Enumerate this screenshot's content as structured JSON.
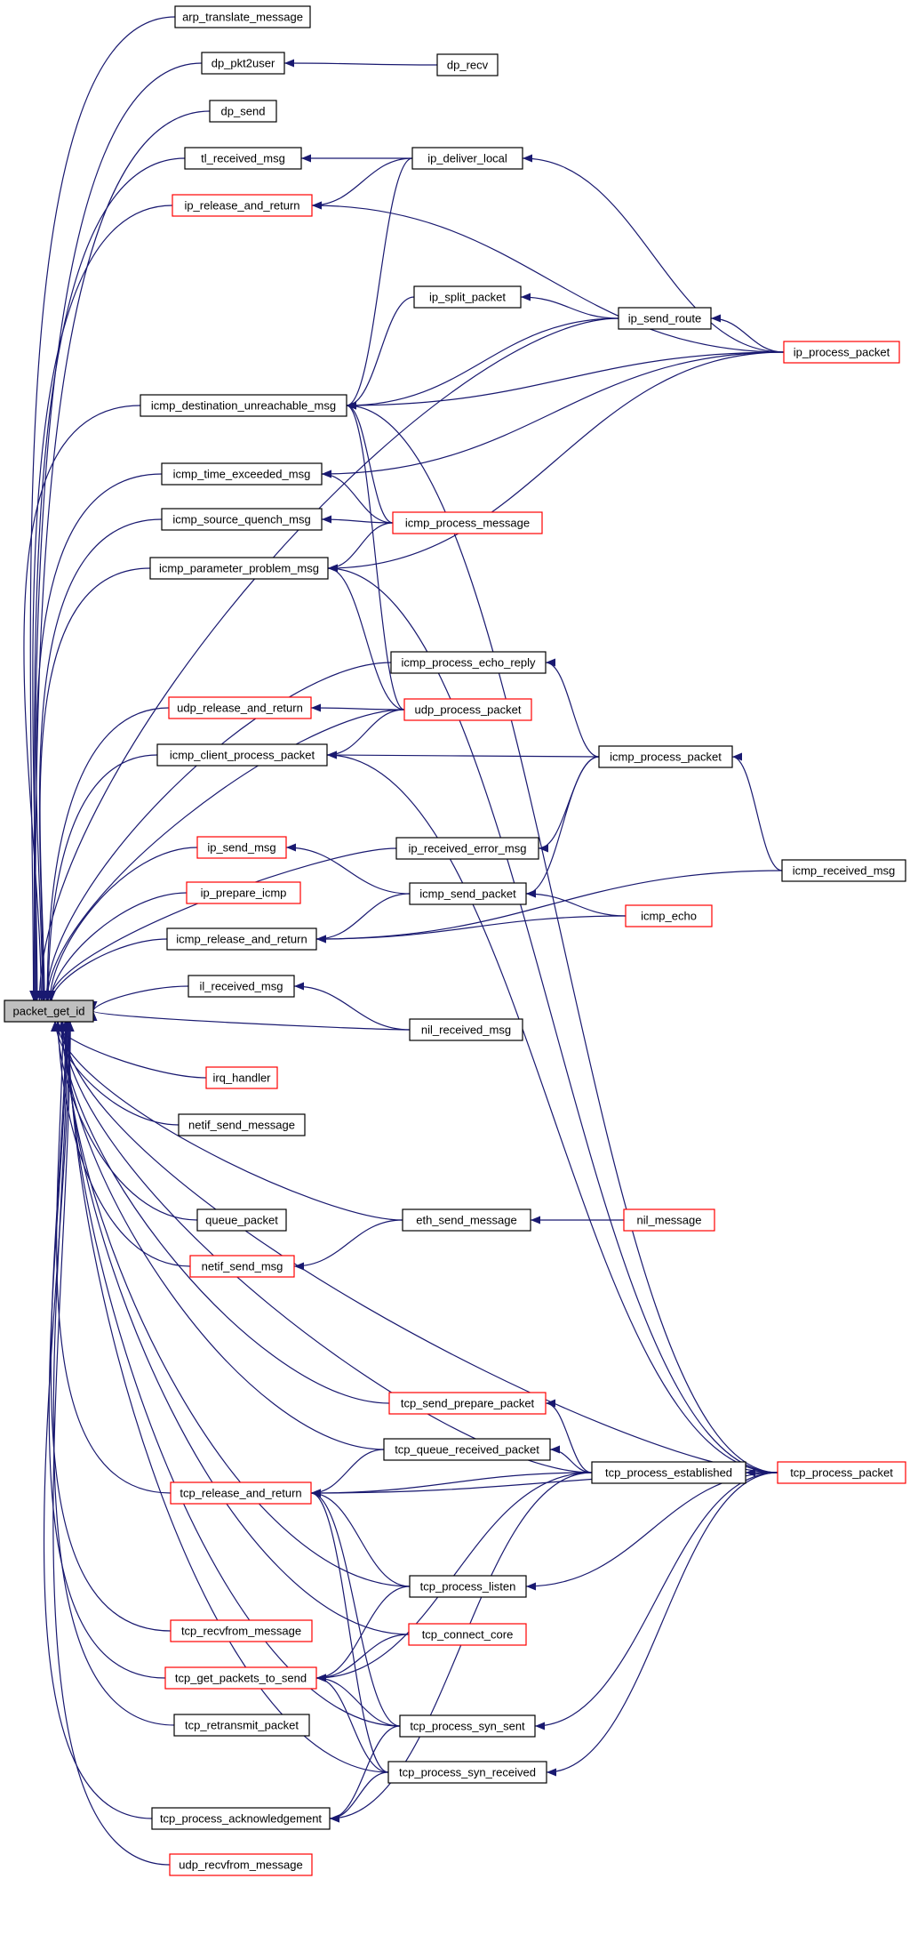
{
  "colors": {
    "edge": "#191970",
    "node_border": "#000000",
    "node_border_truncated": "#ff0000",
    "root_fill": "#bfbfbf",
    "background": "#ffffff"
  },
  "root": "packet_get_id",
  "nodes": [
    {
      "id": "packet_get_id",
      "label": "packet_get_id",
      "red": false
    },
    {
      "id": "arp_translate_message",
      "label": "arp_translate_message",
      "red": false
    },
    {
      "id": "dp_pkt2user",
      "label": "dp_pkt2user",
      "red": false
    },
    {
      "id": "dp_recv",
      "label": "dp_recv",
      "red": false
    },
    {
      "id": "dp_send",
      "label": "dp_send",
      "red": false
    },
    {
      "id": "tl_received_msg",
      "label": "tl_received_msg",
      "red": false
    },
    {
      "id": "ip_deliver_local",
      "label": "ip_deliver_local",
      "red": false
    },
    {
      "id": "ip_release_and_return",
      "label": "ip_release_and_return",
      "red": true
    },
    {
      "id": "ip_split_packet",
      "label": "ip_split_packet",
      "red": false
    },
    {
      "id": "ip_send_route",
      "label": "ip_send_route",
      "red": false
    },
    {
      "id": "ip_process_packet",
      "label": "ip_process_packet",
      "red": true
    },
    {
      "id": "icmp_destination_unreachable_msg",
      "label": "icmp_destination_unreachable_msg",
      "red": false
    },
    {
      "id": "icmp_time_exceeded_msg",
      "label": "icmp_time_exceeded_msg",
      "red": false
    },
    {
      "id": "icmp_source_quench_msg",
      "label": "icmp_source_quench_msg",
      "red": false
    },
    {
      "id": "icmp_process_message",
      "label": "icmp_process_message",
      "red": true
    },
    {
      "id": "icmp_parameter_problem_msg",
      "label": "icmp_parameter_problem_msg",
      "red": false
    },
    {
      "id": "icmp_process_echo_reply",
      "label": "icmp_process_echo_reply",
      "red": false
    },
    {
      "id": "udp_release_and_return",
      "label": "udp_release_and_return",
      "red": true
    },
    {
      "id": "udp_process_packet",
      "label": "udp_process_packet",
      "red": true
    },
    {
      "id": "icmp_client_process_packet",
      "label": "icmp_client_process_packet",
      "red": false
    },
    {
      "id": "icmp_process_packet",
      "label": "icmp_process_packet",
      "red": false
    },
    {
      "id": "ip_send_msg",
      "label": "ip_send_msg",
      "red": true
    },
    {
      "id": "ip_received_error_msg",
      "label": "ip_received_error_msg",
      "red": false
    },
    {
      "id": "ip_prepare_icmp",
      "label": "ip_prepare_icmp",
      "red": true
    },
    {
      "id": "icmp_send_packet",
      "label": "icmp_send_packet",
      "red": false
    },
    {
      "id": "icmp_received_msg",
      "label": "icmp_received_msg",
      "red": false
    },
    {
      "id": "icmp_release_and_return",
      "label": "icmp_release_and_return",
      "red": false
    },
    {
      "id": "icmp_echo",
      "label": "icmp_echo",
      "red": true
    },
    {
      "id": "il_received_msg",
      "label": "il_received_msg",
      "red": false
    },
    {
      "id": "nil_received_msg",
      "label": "nil_received_msg",
      "red": false
    },
    {
      "id": "irq_handler",
      "label": "irq_handler",
      "red": true
    },
    {
      "id": "netif_send_message",
      "label": "netif_send_message",
      "red": false
    },
    {
      "id": "queue_packet",
      "label": "queue_packet",
      "red": false
    },
    {
      "id": "eth_send_message",
      "label": "eth_send_message",
      "red": false
    },
    {
      "id": "nil_message",
      "label": "nil_message",
      "red": true
    },
    {
      "id": "netif_send_msg",
      "label": "netif_send_msg",
      "red": true
    },
    {
      "id": "tcp_send_prepare_packet",
      "label": "tcp_send_prepare_packet",
      "red": true
    },
    {
      "id": "tcp_queue_received_packet",
      "label": "tcp_queue_received_packet",
      "red": false
    },
    {
      "id": "tcp_process_established",
      "label": "tcp_process_established",
      "red": false
    },
    {
      "id": "tcp_process_packet",
      "label": "tcp_process_packet",
      "red": true
    },
    {
      "id": "tcp_release_and_return",
      "label": "tcp_release_and_return",
      "red": true
    },
    {
      "id": "tcp_process_listen",
      "label": "tcp_process_listen",
      "red": false
    },
    {
      "id": "tcp_recvfrom_message",
      "label": "tcp_recvfrom_message",
      "red": true
    },
    {
      "id": "tcp_connect_core",
      "label": "tcp_connect_core",
      "red": true
    },
    {
      "id": "tcp_get_packets_to_send",
      "label": "tcp_get_packets_to_send",
      "red": true
    },
    {
      "id": "tcp_retransmit_packet",
      "label": "tcp_retransmit_packet",
      "red": false
    },
    {
      "id": "tcp_process_syn_sent",
      "label": "tcp_process_syn_sent",
      "red": false
    },
    {
      "id": "tcp_process_syn_received",
      "label": "tcp_process_syn_received",
      "red": false
    },
    {
      "id": "tcp_process_acknowledgement",
      "label": "tcp_process_acknowledgement",
      "red": false
    },
    {
      "id": "udp_recvfrom_message",
      "label": "udp_recvfrom_message",
      "red": true
    }
  ],
  "edges": [
    [
      "arp_translate_message",
      "packet_get_id"
    ],
    [
      "dp_pkt2user",
      "packet_get_id"
    ],
    [
      "dp_send",
      "packet_get_id"
    ],
    [
      "tl_received_msg",
      "packet_get_id"
    ],
    [
      "ip_release_and_return",
      "packet_get_id"
    ],
    [
      "icmp_destination_unreachable_msg",
      "packet_get_id"
    ],
    [
      "icmp_time_exceeded_msg",
      "packet_get_id"
    ],
    [
      "icmp_source_quench_msg",
      "packet_get_id"
    ],
    [
      "icmp_parameter_problem_msg",
      "packet_get_id"
    ],
    [
      "udp_release_and_return",
      "packet_get_id"
    ],
    [
      "icmp_client_process_packet",
      "packet_get_id"
    ],
    [
      "ip_send_msg",
      "packet_get_id"
    ],
    [
      "ip_prepare_icmp",
      "packet_get_id"
    ],
    [
      "icmp_release_and_return",
      "packet_get_id"
    ],
    [
      "il_received_msg",
      "packet_get_id"
    ],
    [
      "nil_received_msg",
      "packet_get_id"
    ],
    [
      "irq_handler",
      "packet_get_id"
    ],
    [
      "netif_send_message",
      "packet_get_id"
    ],
    [
      "queue_packet",
      "packet_get_id"
    ],
    [
      "eth_send_message",
      "packet_get_id"
    ],
    [
      "netif_send_msg",
      "packet_get_id"
    ],
    [
      "tcp_release_and_return",
      "packet_get_id"
    ],
    [
      "tcp_recvfrom_message",
      "packet_get_id"
    ],
    [
      "tcp_get_packets_to_send",
      "packet_get_id"
    ],
    [
      "tcp_retransmit_packet",
      "packet_get_id"
    ],
    [
      "tcp_process_acknowledgement",
      "packet_get_id"
    ],
    [
      "udp_recvfrom_message",
      "packet_get_id"
    ],
    [
      "ip_send_route",
      "packet_get_id"
    ],
    [
      "icmp_process_echo_reply",
      "packet_get_id"
    ],
    [
      "udp_process_packet",
      "packet_get_id"
    ],
    [
      "ip_received_error_msg",
      "packet_get_id"
    ],
    [
      "tcp_process_established",
      "packet_get_id"
    ],
    [
      "tcp_process_packet",
      "packet_get_id"
    ],
    [
      "tcp_send_prepare_packet",
      "packet_get_id"
    ],
    [
      "tcp_queue_received_packet",
      "packet_get_id"
    ],
    [
      "tcp_process_listen",
      "packet_get_id"
    ],
    [
      "tcp_connect_core",
      "packet_get_id"
    ],
    [
      "tcp_process_syn_sent",
      "packet_get_id"
    ],
    [
      "tcp_process_syn_received",
      "packet_get_id"
    ],
    [
      "dp_recv",
      "dp_pkt2user"
    ],
    [
      "ip_deliver_local",
      "tl_received_msg"
    ],
    [
      "ip_deliver_local",
      "ip_release_and_return"
    ],
    [
      "ip_process_packet",
      "ip_release_and_return"
    ],
    [
      "ip_process_packet",
      "ip_deliver_local"
    ],
    [
      "ip_send_route",
      "ip_split_packet"
    ],
    [
      "ip_process_packet",
      "ip_send_route"
    ],
    [
      "ip_deliver_local",
      "icmp_destination_unreachable_msg"
    ],
    [
      "ip_split_packet",
      "icmp_destination_unreachable_msg"
    ],
    [
      "ip_send_route",
      "icmp_destination_unreachable_msg"
    ],
    [
      "ip_process_packet",
      "icmp_destination_unreachable_msg"
    ],
    [
      "icmp_process_message",
      "icmp_destination_unreachable_msg"
    ],
    [
      "udp_process_packet",
      "icmp_destination_unreachable_msg"
    ],
    [
      "tcp_process_packet",
      "icmp_destination_unreachable_msg"
    ],
    [
      "ip_process_packet",
      "icmp_time_exceeded_msg"
    ],
    [
      "icmp_process_message",
      "icmp_time_exceeded_msg"
    ],
    [
      "icmp_process_message",
      "icmp_source_quench_msg"
    ],
    [
      "icmp_process_message",
      "icmp_parameter_problem_msg"
    ],
    [
      "ip_process_packet",
      "icmp_parameter_problem_msg"
    ],
    [
      "udp_process_packet",
      "icmp_parameter_problem_msg"
    ],
    [
      "tcp_process_packet",
      "icmp_parameter_problem_msg"
    ],
    [
      "icmp_process_packet",
      "icmp_process_echo_reply"
    ],
    [
      "udp_process_packet",
      "udp_release_and_return"
    ],
    [
      "udp_process_packet",
      "icmp_client_process_packet"
    ],
    [
      "icmp_process_packet",
      "icmp_client_process_packet"
    ],
    [
      "tcp_process_packet",
      "icmp_client_process_packet"
    ],
    [
      "icmp_received_msg",
      "icmp_process_packet"
    ],
    [
      "icmp_process_packet",
      "ip_received_error_msg"
    ],
    [
      "icmp_send_packet",
      "ip_send_msg"
    ],
    [
      "icmp_process_packet",
      "icmp_send_packet"
    ],
    [
      "icmp_echo",
      "icmp_send_packet"
    ],
    [
      "icmp_send_packet",
      "icmp_release_and_return"
    ],
    [
      "icmp_echo",
      "icmp_release_and_return"
    ],
    [
      "icmp_received_msg",
      "icmp_release_and_return"
    ],
    [
      "nil_received_msg",
      "il_received_msg"
    ],
    [
      "nil_message",
      "eth_send_message"
    ],
    [
      "eth_send_message",
      "netif_send_msg"
    ],
    [
      "tcp_process_established",
      "tcp_send_prepare_packet"
    ],
    [
      "tcp_process_established",
      "tcp_queue_received_packet"
    ],
    [
      "tcp_process_packet",
      "tcp_process_established"
    ],
    [
      "tcp_queue_received_packet",
      "tcp_release_and_return"
    ],
    [
      "tcp_process_established",
      "tcp_release_and_return"
    ],
    [
      "tcp_process_packet",
      "tcp_release_and_return"
    ],
    [
      "tcp_process_listen",
      "tcp_release_and_return"
    ],
    [
      "tcp_process_syn_sent",
      "tcp_release_and_return"
    ],
    [
      "tcp_process_syn_received",
      "tcp_release_and_return"
    ],
    [
      "tcp_process_packet",
      "tcp_process_listen"
    ],
    [
      "tcp_connect_core",
      "tcp_get_packets_to_send"
    ],
    [
      "tcp_process_established",
      "tcp_get_packets_to_send"
    ],
    [
      "tcp_process_listen",
      "tcp_get_packets_to_send"
    ],
    [
      "tcp_process_syn_sent",
      "tcp_get_packets_to_send"
    ],
    [
      "tcp_process_syn_received",
      "tcp_get_packets_to_send"
    ],
    [
      "tcp_process_packet",
      "tcp_process_syn_sent"
    ],
    [
      "tcp_process_packet",
      "tcp_process_syn_received"
    ],
    [
      "tcp_process_syn_sent",
      "tcp_process_acknowledgement"
    ],
    [
      "tcp_process_syn_received",
      "tcp_process_acknowledgement"
    ],
    [
      "tcp_process_established",
      "tcp_process_acknowledgement"
    ]
  ]
}
